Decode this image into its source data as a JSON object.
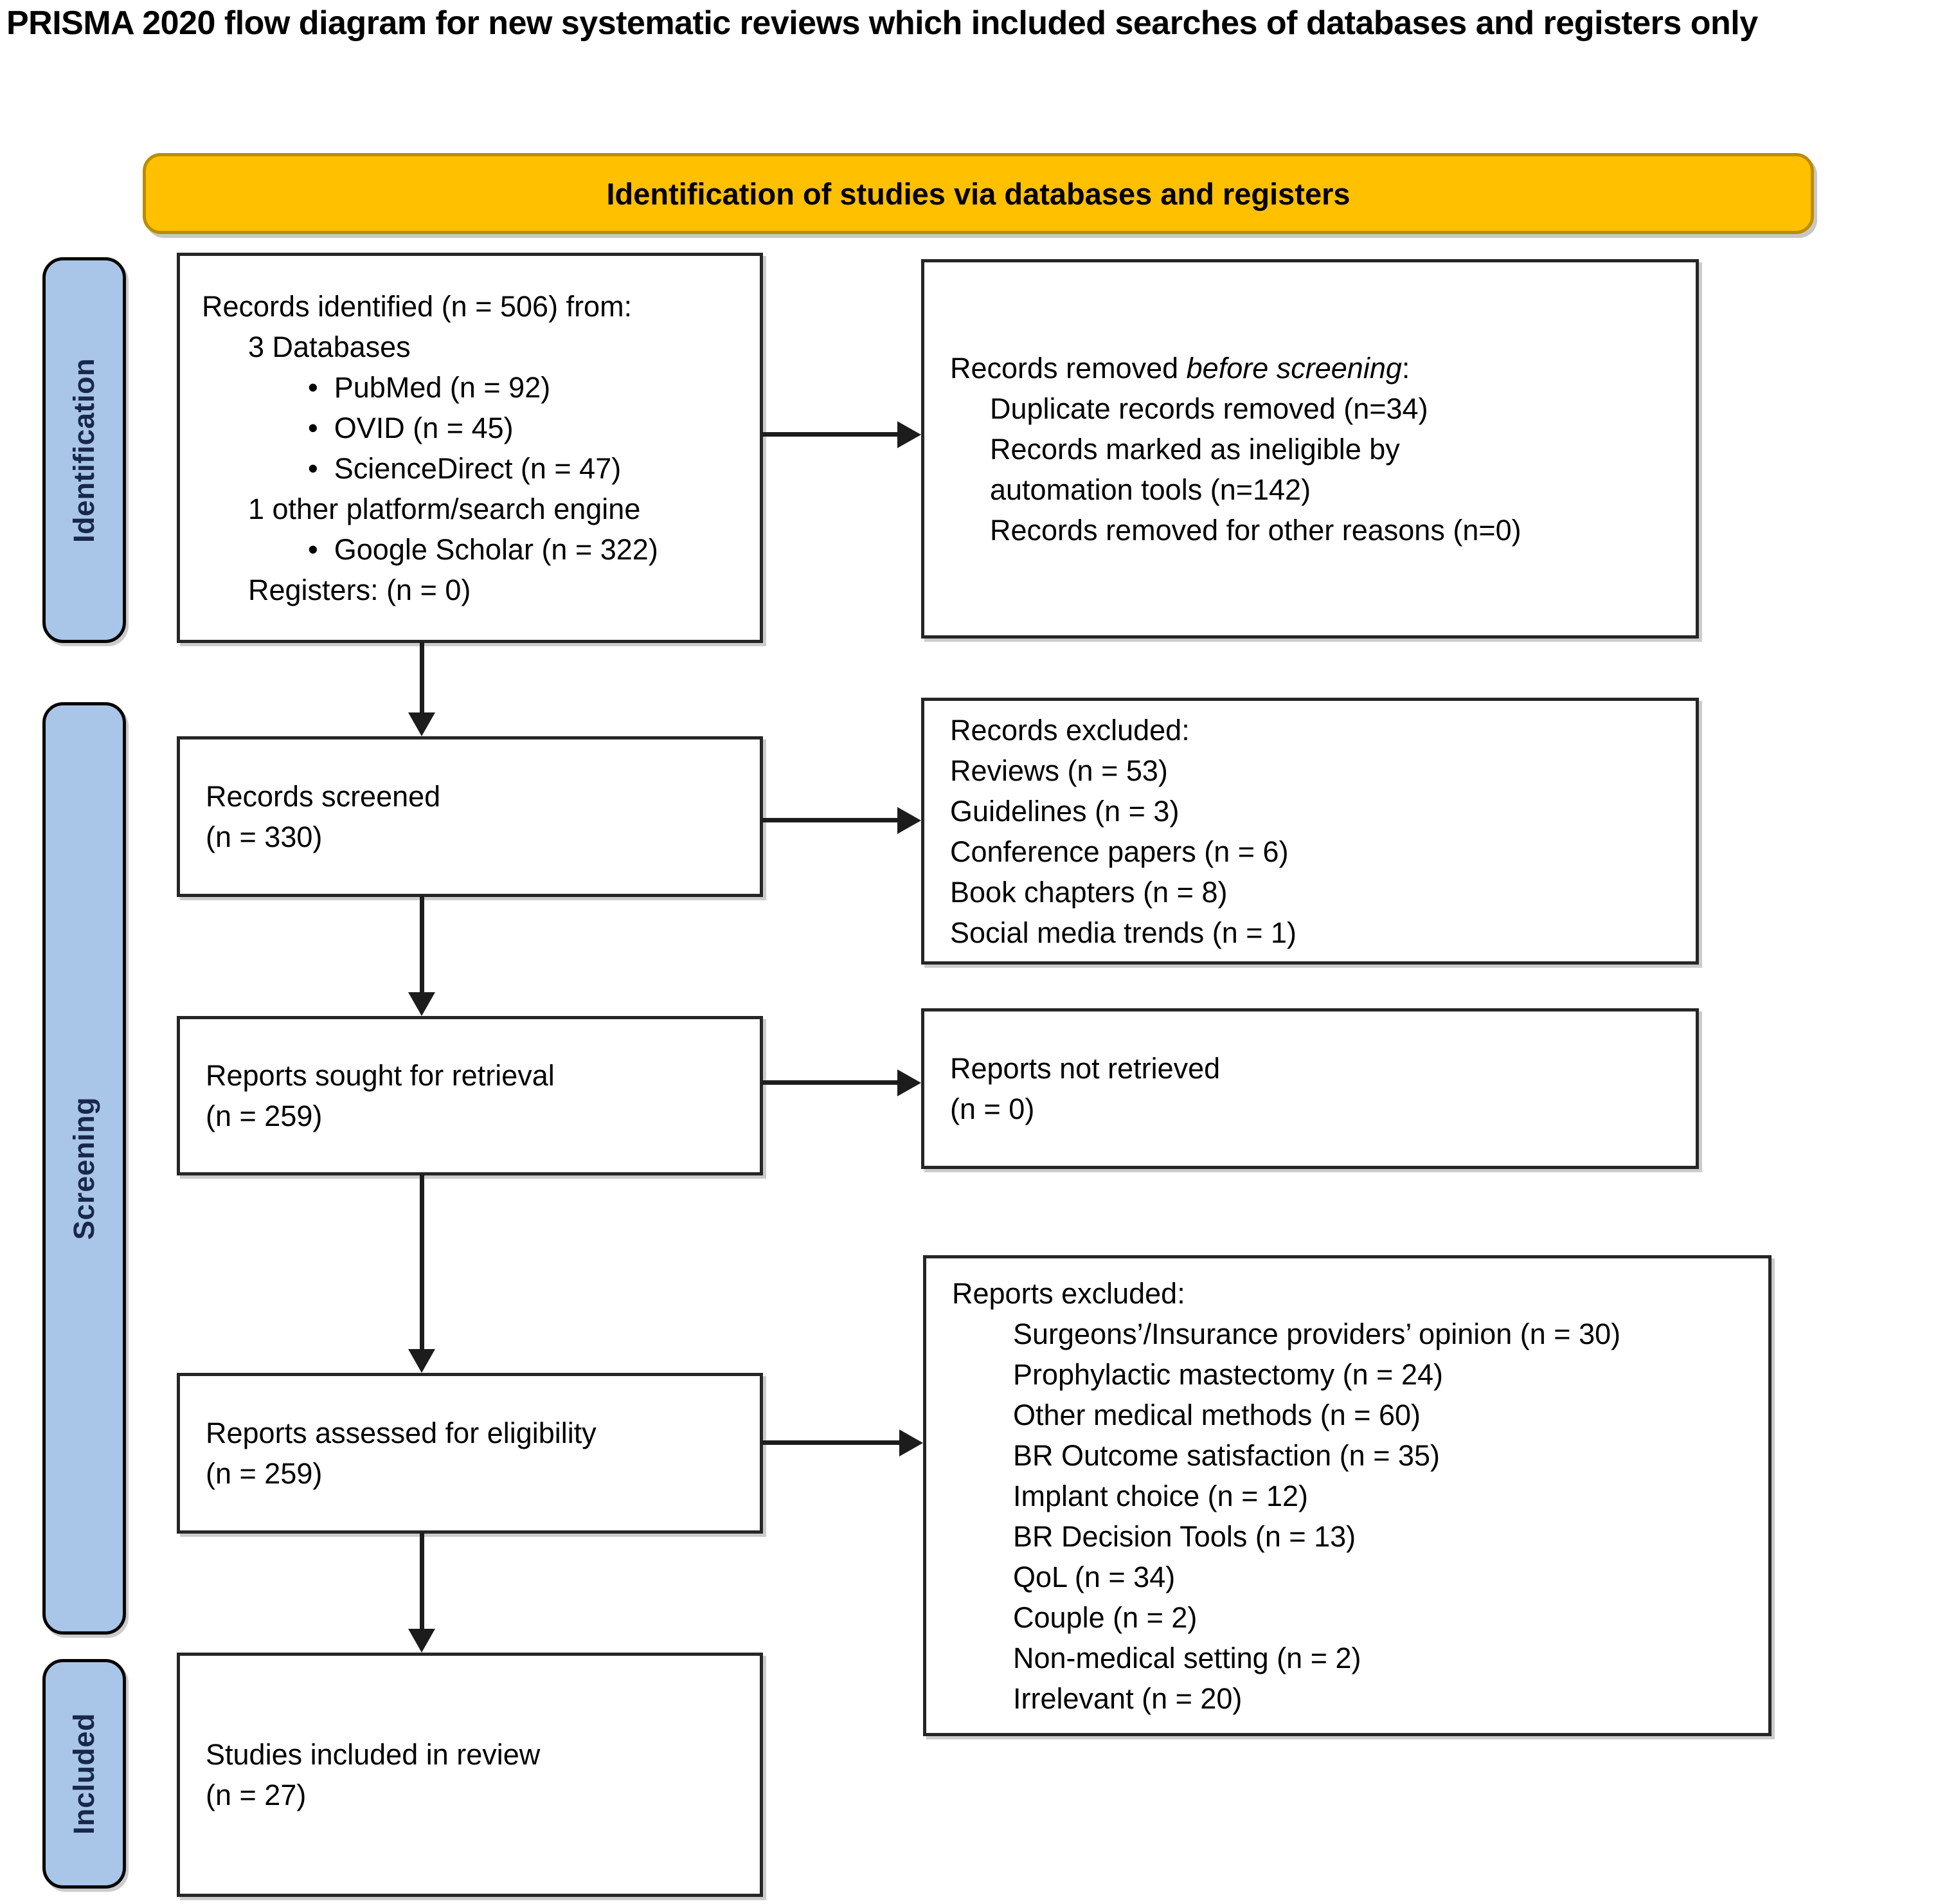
{
  "title": "PRISMA 2020 flow diagram for new systematic reviews which included searches of databases and registers only",
  "banner": {
    "label": "Identification of studies via databases and registers"
  },
  "stages": {
    "identification": "Identification",
    "screening": "Screening",
    "included": "Included"
  },
  "colors": {
    "banner_fill": "#FFC000",
    "banner_border": "#BA8D00",
    "stage_fill": "#A9C6E8",
    "box_border": "#262626",
    "arrow": "#1C1C1C"
  },
  "boxes": {
    "identified": {
      "lines": [
        "Records identified (n = 506) from:",
        "3 Databases",
        "•  PubMed (n = 92)",
        "•  OVID (n = 45)",
        "•  ScienceDirect (n = 47)",
        "1 other platform/search engine",
        "•  Google Scholar (n = 322)",
        "Registers: (n = 0)"
      ]
    },
    "removed_before_screening": {
      "line1_prefix": "Records removed ",
      "line1_italic": "before screening",
      "line1_suffix": ":",
      "lines": [
        "Duplicate records removed (n=34)",
        "Records marked as ineligible by",
        "automation tools (n=142)",
        "Records removed for other reasons (n=0)"
      ]
    },
    "screened": {
      "lines": [
        "Records screened",
        "(n = 330)"
      ]
    },
    "records_excluded": {
      "lines": [
        "Records excluded:",
        "Reviews (n = 53)",
        "Guidelines (n = 3)",
        "Conference papers (n = 6)",
        "Book chapters (n = 8)",
        "Social media trends (n = 1)"
      ]
    },
    "sought": {
      "lines": [
        "Reports sought for retrieval",
        "(n = 259)"
      ]
    },
    "not_retrieved": {
      "lines": [
        "Reports not retrieved",
        "(n = 0)"
      ]
    },
    "assessed": {
      "lines": [
        "Reports assessed for eligibility",
        "(n = 259)"
      ]
    },
    "reports_excluded": {
      "lines": [
        "Reports excluded:",
        "Surgeons’/Insurance providers’ opinion (n = 30)",
        "Prophylactic mastectomy (n = 24)",
        "Other medical methods (n = 60)",
        "BR Outcome satisfaction (n = 35)",
        "Implant choice (n = 12)",
        "BR Decision Tools (n = 13)",
        "QoL (n = 34)",
        "Couple (n = 2)",
        "Non-medical setting (n = 2)",
        "Irrelevant (n = 20)"
      ]
    },
    "included_review": {
      "lines": [
        "Studies included in review",
        "(n = 27)"
      ]
    }
  }
}
